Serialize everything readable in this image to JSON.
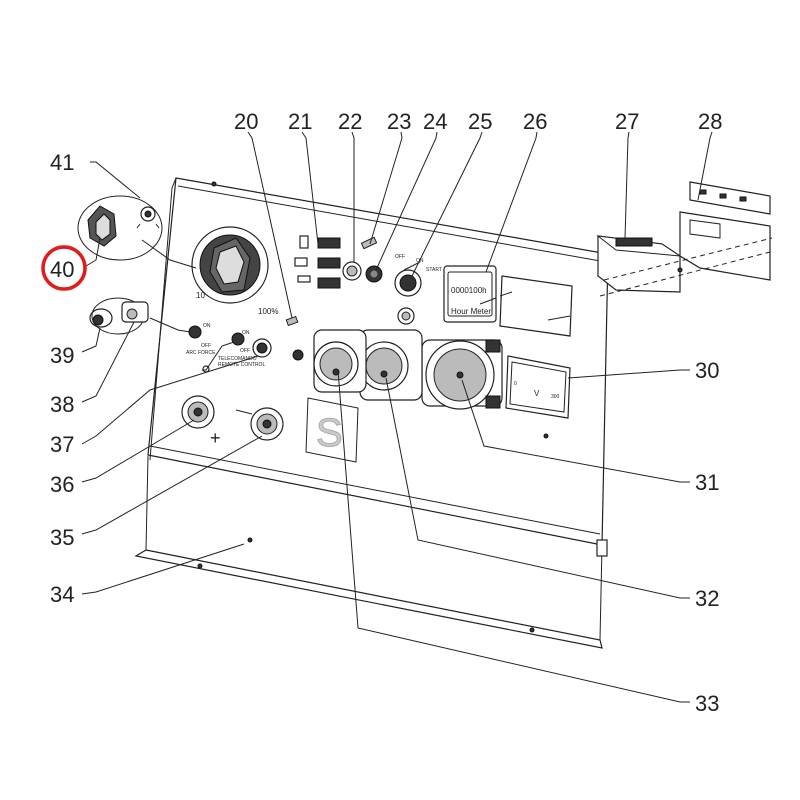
{
  "diagram": {
    "callouts": [
      {
        "id": "c20",
        "label": "20"
      },
      {
        "id": "c21",
        "label": "21"
      },
      {
        "id": "c22",
        "label": "22"
      },
      {
        "id": "c23",
        "label": "23"
      },
      {
        "id": "c24",
        "label": "24"
      },
      {
        "id": "c25",
        "label": "25"
      },
      {
        "id": "c26",
        "label": "26"
      },
      {
        "id": "c27",
        "label": "27"
      },
      {
        "id": "c28",
        "label": "28"
      },
      {
        "id": "c41",
        "label": "41"
      },
      {
        "id": "c40",
        "label": "40"
      },
      {
        "id": "c39",
        "label": "39"
      },
      {
        "id": "c38",
        "label": "38"
      },
      {
        "id": "c37",
        "label": "37"
      },
      {
        "id": "c36",
        "label": "36"
      },
      {
        "id": "c35",
        "label": "35"
      },
      {
        "id": "c34",
        "label": "34"
      },
      {
        "id": "c30",
        "label": "30"
      },
      {
        "id": "c31",
        "label": "31"
      },
      {
        "id": "c32",
        "label": "32"
      },
      {
        "id": "c33",
        "label": "33"
      }
    ],
    "highlight": {
      "label": "40",
      "color": "#e01b1b"
    },
    "panel_text": {
      "hour_meter_value": "0000100h",
      "hour_meter_label": "Hour Meter",
      "voltmeter_unit": "V",
      "voltmeter_max": "300",
      "voltmeter_min": "0",
      "key_off": "OFF",
      "key_on": "ON",
      "key_start": "START",
      "arc_on": "ON",
      "arc_off": "OFF",
      "arc_force": "ARC FORCE",
      "remote_on": "ON",
      "remote_off": "OFF",
      "remote_label_1": "TELECOMANDO",
      "remote_label_2": "REMOTE CONTROL",
      "knob_min": "10",
      "knob_max": "100%",
      "plus_sign": "+",
      "logo_letter": "S"
    }
  }
}
